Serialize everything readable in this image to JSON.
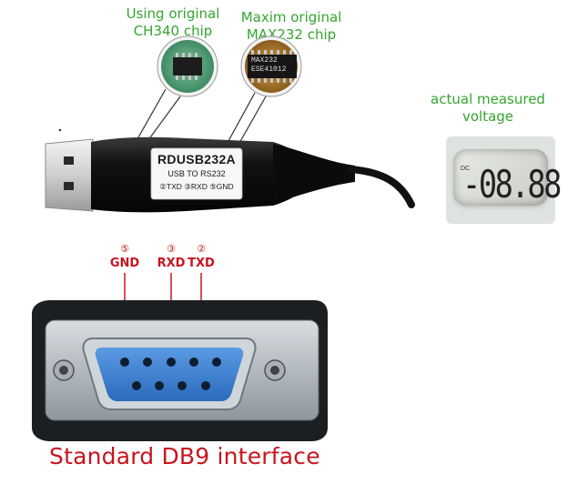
{
  "labels": {
    "ch340_chip": "Using original CH340 chip",
    "max232_chip": "Maxim original MAX232 chip",
    "measured_voltage": "actual measured voltage",
    "db9_title": "Standard DB9 interface"
  },
  "cable": {
    "model": "RDUSB232A",
    "subtitle": "USB TO RS232",
    "pins": "②TXD ③RXD ⑤GND"
  },
  "chips": {
    "max232_marking_line1": "MAX232",
    "max232_marking_line2": "ESE41012"
  },
  "meter": {
    "reading": "-08.88",
    "unit": "DC"
  },
  "pins": [
    {
      "number": "⑤",
      "name": "GND"
    },
    {
      "number": "③",
      "name": "RXD"
    },
    {
      "number": "②",
      "name": "TXD"
    }
  ],
  "colors": {
    "green_text": "#33a52e",
    "red_text": "#c8141e",
    "connector_blue": "#3e82d3"
  }
}
